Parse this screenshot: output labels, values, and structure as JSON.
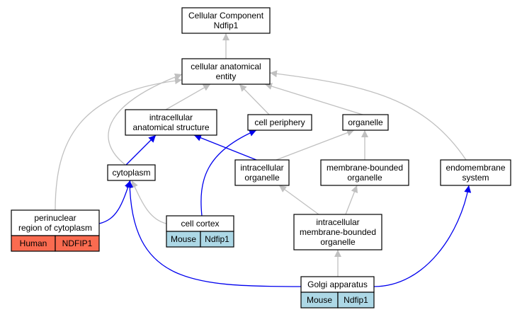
{
  "colors": {
    "is_a": "#c0c0c0",
    "part_of": "#0000ee",
    "human": "#fa6b50",
    "mouse": "#add8e6"
  },
  "nodes": [
    {
      "id": "root",
      "lines": [
        "Cellular Component",
        "Ndfip1"
      ]
    },
    {
      "id": "cae",
      "lines": [
        "cellular anatomical",
        "entity"
      ]
    },
    {
      "id": "ias",
      "lines": [
        "intracellular",
        "anatomical structure"
      ]
    },
    {
      "id": "cp",
      "lines": [
        "cell periphery"
      ]
    },
    {
      "id": "org",
      "lines": [
        "organelle"
      ]
    },
    {
      "id": "cyto",
      "lines": [
        "cytoplasm"
      ]
    },
    {
      "id": "io",
      "lines": [
        "intracellular",
        "organelle"
      ]
    },
    {
      "id": "mbo",
      "lines": [
        "membrane-bounded",
        "organelle"
      ]
    },
    {
      "id": "ems",
      "lines": [
        "endomembrane",
        "system"
      ]
    },
    {
      "id": "peri",
      "lines": [
        "perinuclear",
        "region of cytoplasm"
      ],
      "species": {
        "label": "Human",
        "gene": "NDFIP1",
        "color": "human"
      }
    },
    {
      "id": "cortex",
      "lines": [
        "cell cortex"
      ],
      "species": {
        "label": "Mouse",
        "gene": "Ndfip1",
        "color": "mouse"
      }
    },
    {
      "id": "imbo",
      "lines": [
        "intracellular",
        "membrane-bounded",
        "organelle"
      ]
    },
    {
      "id": "golgi",
      "lines": [
        "Golgi apparatus"
      ],
      "species": {
        "label": "Mouse",
        "gene": "Ndfip1",
        "color": "mouse"
      }
    }
  ],
  "edges": [
    {
      "from": "cae",
      "to": "root",
      "rel": "is_a"
    },
    {
      "from": "ias",
      "to": "cae",
      "rel": "is_a"
    },
    {
      "from": "cp",
      "to": "cae",
      "rel": "is_a"
    },
    {
      "from": "org",
      "to": "cae",
      "rel": "is_a"
    },
    {
      "from": "cyto",
      "to": "ias",
      "rel": "part_of"
    },
    {
      "from": "cyto",
      "to": "cae",
      "rel": "is_a"
    },
    {
      "from": "io",
      "to": "ias",
      "rel": "part_of"
    },
    {
      "from": "io",
      "to": "org",
      "rel": "is_a"
    },
    {
      "from": "mbo",
      "to": "org",
      "rel": "is_a"
    },
    {
      "from": "ems",
      "to": "cae",
      "rel": "is_a"
    },
    {
      "from": "peri",
      "to": "cyto",
      "rel": "part_of"
    },
    {
      "from": "peri",
      "to": "cae",
      "rel": "is_a"
    },
    {
      "from": "cortex",
      "to": "cyto",
      "rel": "is_a"
    },
    {
      "from": "cortex",
      "to": "cp",
      "rel": "part_of"
    },
    {
      "from": "imbo",
      "to": "io",
      "rel": "is_a"
    },
    {
      "from": "imbo",
      "to": "mbo",
      "rel": "is_a"
    },
    {
      "from": "golgi",
      "to": "imbo",
      "rel": "is_a"
    },
    {
      "from": "golgi",
      "to": "cyto",
      "rel": "part_of"
    },
    {
      "from": "golgi",
      "to": "ems",
      "rel": "part_of"
    }
  ]
}
